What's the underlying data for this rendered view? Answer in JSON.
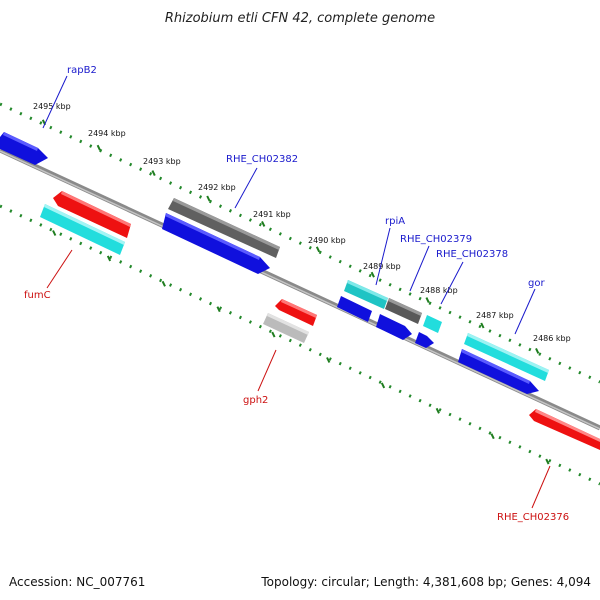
{
  "title": "Rhizobium etli CFN 42, complete genome",
  "footer": {
    "accession": "Accession: NC_007761",
    "summary": "Topology: circular; Length: 4,381,608 bp; Genes: 4,094"
  },
  "colors": {
    "backbone": "#777777",
    "tick_ring": "#22882a",
    "forward_gene": "#1010dd",
    "cds_cyan": "#22dddd",
    "cds_gray": "#666666",
    "reverse_red": "#ee1111",
    "reverse_light_gray": "#bbbbbb",
    "label_blue": "#1a1acc",
    "label_red": "#cc1111"
  },
  "ticks": [
    {
      "label": "2495 kbp"
    },
    {
      "label": "2494 kbp"
    },
    {
      "label": "2493 kbp"
    },
    {
      "label": "2492 kbp"
    },
    {
      "label": "2491 kbp"
    },
    {
      "label": "2490 kbp"
    },
    {
      "label": "2489 kbp"
    },
    {
      "label": "2488 kbp"
    },
    {
      "label": "2487 kbp"
    },
    {
      "label": "2486 kbp"
    }
  ],
  "gene_labels": [
    {
      "name": "rapB2",
      "strand": "forward"
    },
    {
      "name": "RHE_CH02382",
      "strand": "forward"
    },
    {
      "name": "rpiA",
      "strand": "forward"
    },
    {
      "name": "RHE_CH02379",
      "strand": "forward"
    },
    {
      "name": "RHE_CH02378",
      "strand": "forward"
    },
    {
      "name": "gor",
      "strand": "forward"
    },
    {
      "name": "fumC",
      "strand": "reverse"
    },
    {
      "name": "gph2",
      "strand": "reverse"
    },
    {
      "name": "RHE_CH02376",
      "strand": "reverse"
    }
  ]
}
